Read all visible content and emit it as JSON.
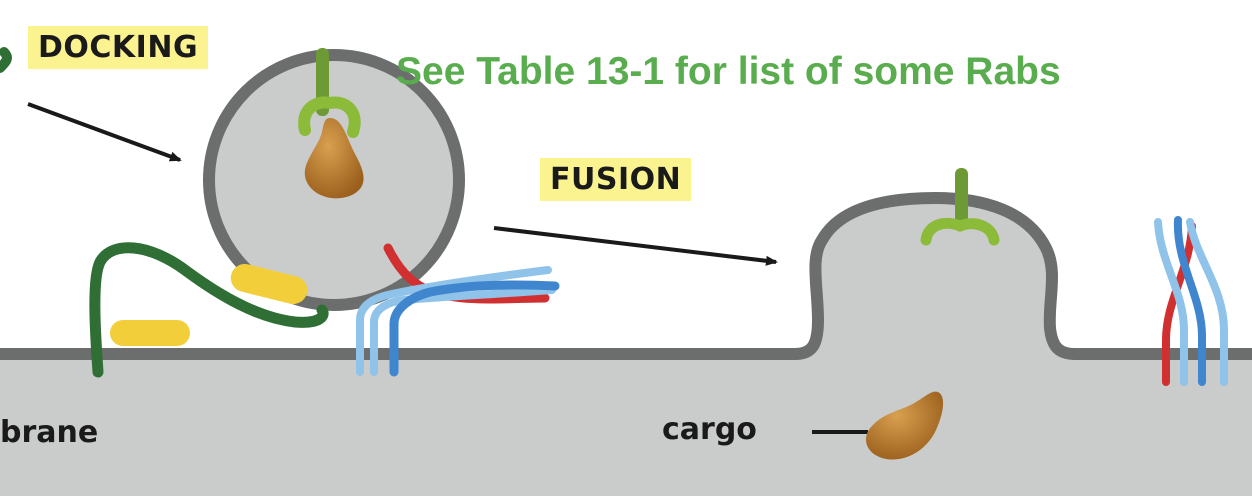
{
  "labels": {
    "docking": "DOCKING",
    "fusion": "FUSION",
    "table_note": "See Table 13-1 for list of some Rabs",
    "membrane": "brane",
    "cargo": "cargo"
  },
  "colors": {
    "cytoplasm": "#c9ccca",
    "membrane": "#6c6e6d",
    "rab": "#6e9a35",
    "rab_effector": "#8cbb3a",
    "tether": "#2f6e35",
    "yellow_protein": "#f2cf3a",
    "v_snare": "#d03030",
    "t_snare_dark": "#3f86cf",
    "t_snare_light": "#8fc3ea",
    "cargo": "#b9792a",
    "tag_background": "#fbf38f",
    "note_text": "#5aad4e"
  },
  "icons": [
    "docking-arrow",
    "fusion-arrow",
    "cargo-pointer"
  ]
}
